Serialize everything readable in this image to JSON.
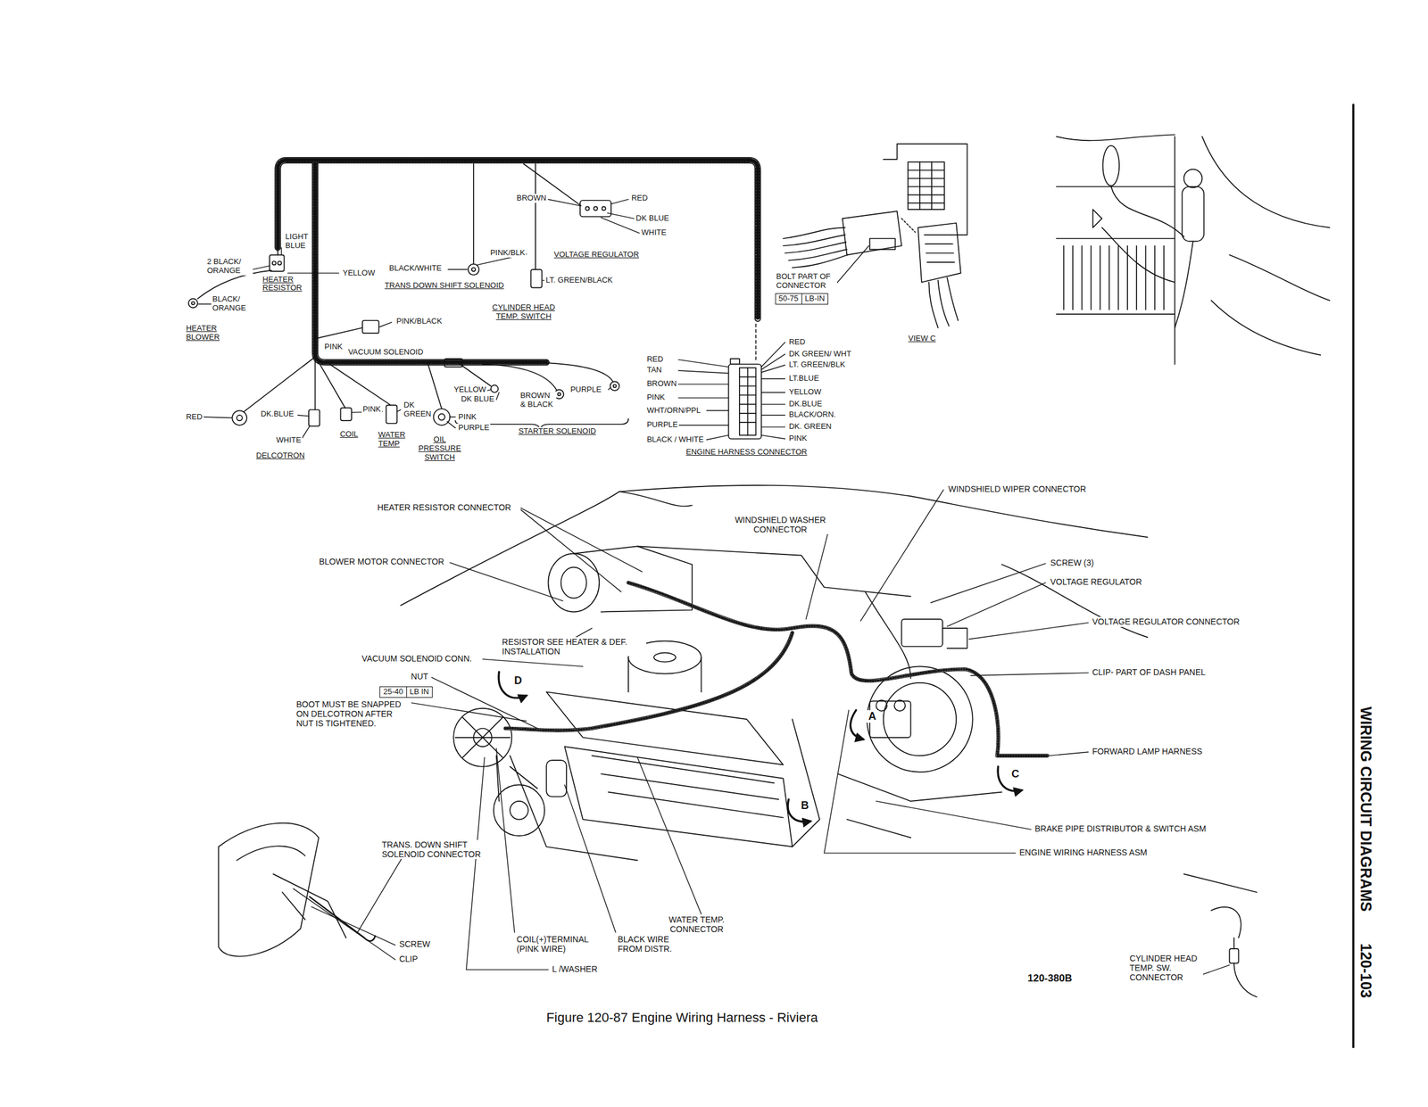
{
  "diagram": {
    "caption": "Figure 120-87 Engine Wiring Harness - Riviera",
    "nodes": [
      {
        "text": [
          "50-75",
          "LB-IN"
        ]
      },
      {
        "text": [
          "25-40",
          "LB IN"
        ]
      }
    ],
    "labels": [
      "BROWN",
      "RED",
      "DK BLUE",
      "WHITE",
      "VOLTAGE REGULATOR",
      "PINK/BLK",
      "BLACK/WHITE",
      "LT. GREEN/BLACK",
      "TRANS DOWN SHIFT SOLENOID",
      "CYLINDER HEAD TEMP. SWITCH",
      "LIGHT BLUE",
      "2 BLACK/ ORANGE",
      "HEATER RESISTOR",
      "YELLOW",
      "BLACK/ ORANGE",
      "HEATER BLOWER",
      "PINK/BLACK",
      "PINK",
      "VACUUM SOLENOID",
      "RED",
      "DK.BLUE",
      "WHITE",
      "DELCOTRON",
      "PINK",
      "COIL",
      "DK GREEN",
      "WATER TEMP",
      "YELLOW",
      "DK BLUE",
      "PINK",
      "PURPLE",
      "OIL PRESSURE SWITCH",
      "BROWN & BLACK",
      "PURPLE",
      "STARTER SOLENOID",
      "RED",
      "TAN",
      "BROWN",
      "PINK",
      "WHT/ORN/PPL",
      "PURPLE",
      "BLACK / WHITE",
      "RED",
      "DK GREEN/ WHT",
      "LT. GREEN/BLK",
      "LT.BLUE",
      "YELLOW",
      "DK.BLUE",
      "BLACK/ORN.",
      "DK. GREEN",
      "PINK",
      "ENGINE HARNESS CONNECTOR",
      "BOLT PART OF CONNECTOR",
      "VIEW C",
      "HEATER RESISTOR CONNECTOR",
      "BLOWER MOTOR CONNECTOR",
      "WINDSHIELD WASHER CONNECTOR",
      "WINDSHIELD WIPER CONNECTOR",
      "SCREW (3)",
      "VOLTAGE REGULATOR",
      "VOLTAGE REGULATOR CONNECTOR",
      "CLIP- PART OF DASH PANEL",
      "FORWARD LAMP HARNESS",
      "RESISTOR SEE HEATER & DEF. INSTALLATION",
      "VACUUM SOLENOID CONN.",
      "NUT",
      "BOOT MUST BE SNAPPED ON DELCOTRON AFTER NUT IS TIGHTENED.",
      "D",
      "A",
      "B",
      "C",
      "BRAKE PIPE DISTRIBUTOR & SWITCH ASM",
      "ENGINE WIRING HARNESS ASM",
      "TRANS. DOWN SHIFT SOLENOID CONNECTOR",
      "SCREW",
      "CLIP",
      "WATER TEMP. CONNECTOR",
      "COIL(+)TERMINAL (PINK WIRE)",
      "BLACK WIRE FROM DISTR.",
      "L /WASHER",
      "120-380B",
      "CYLINDER HEAD TEMP. SW. CONNECTOR",
      "WIRING CIRCUIT DIAGRAMS",
      "120-103"
    ]
  }
}
